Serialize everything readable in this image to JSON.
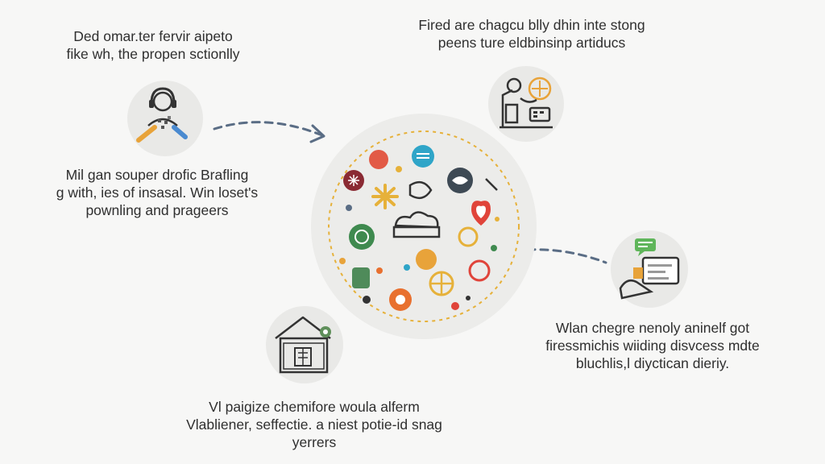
{
  "captions": {
    "top_left": [
      "Ded omar.ter fervir aipeto",
      "fike wh, the propen sctionlly"
    ],
    "top_right": [
      "Fired are chagcu blly dhin inte stong",
      "peens ture eldbinsinp artiducs"
    ],
    "mid_left": [
      "Mil gan souper drofic Brafling",
      "g with, ies of insasal. Win loset's",
      "pownling and prageers"
    ],
    "mid_right": [
      "Wlan chegre nenoly aninelf got",
      "firessmichis wiiding disvcess mdte",
      "bluchlis,l diyctican dieriy."
    ],
    "bottom": [
      "Vl paigize chemifore woula alferm",
      "Vlabliener, seffectie. a niest potie-id snag",
      "yerrers"
    ]
  },
  "icons": [
    "headset-person-icon",
    "desk-workstation-icon",
    "monitor-chat-icon",
    "house-icon",
    "hub-cluster-icon"
  ],
  "colors": {
    "background": "#f7f7f6",
    "circle": "#e9e9e7",
    "hub": "#ececea",
    "dashed_arrow": "#5a6d85",
    "accent_orange": "#e8a33a",
    "accent_blue": "#2f6fb0",
    "accent_red": "#e0443a",
    "accent_green": "#3f8a4f",
    "accent_teal": "#2fa5c8"
  }
}
